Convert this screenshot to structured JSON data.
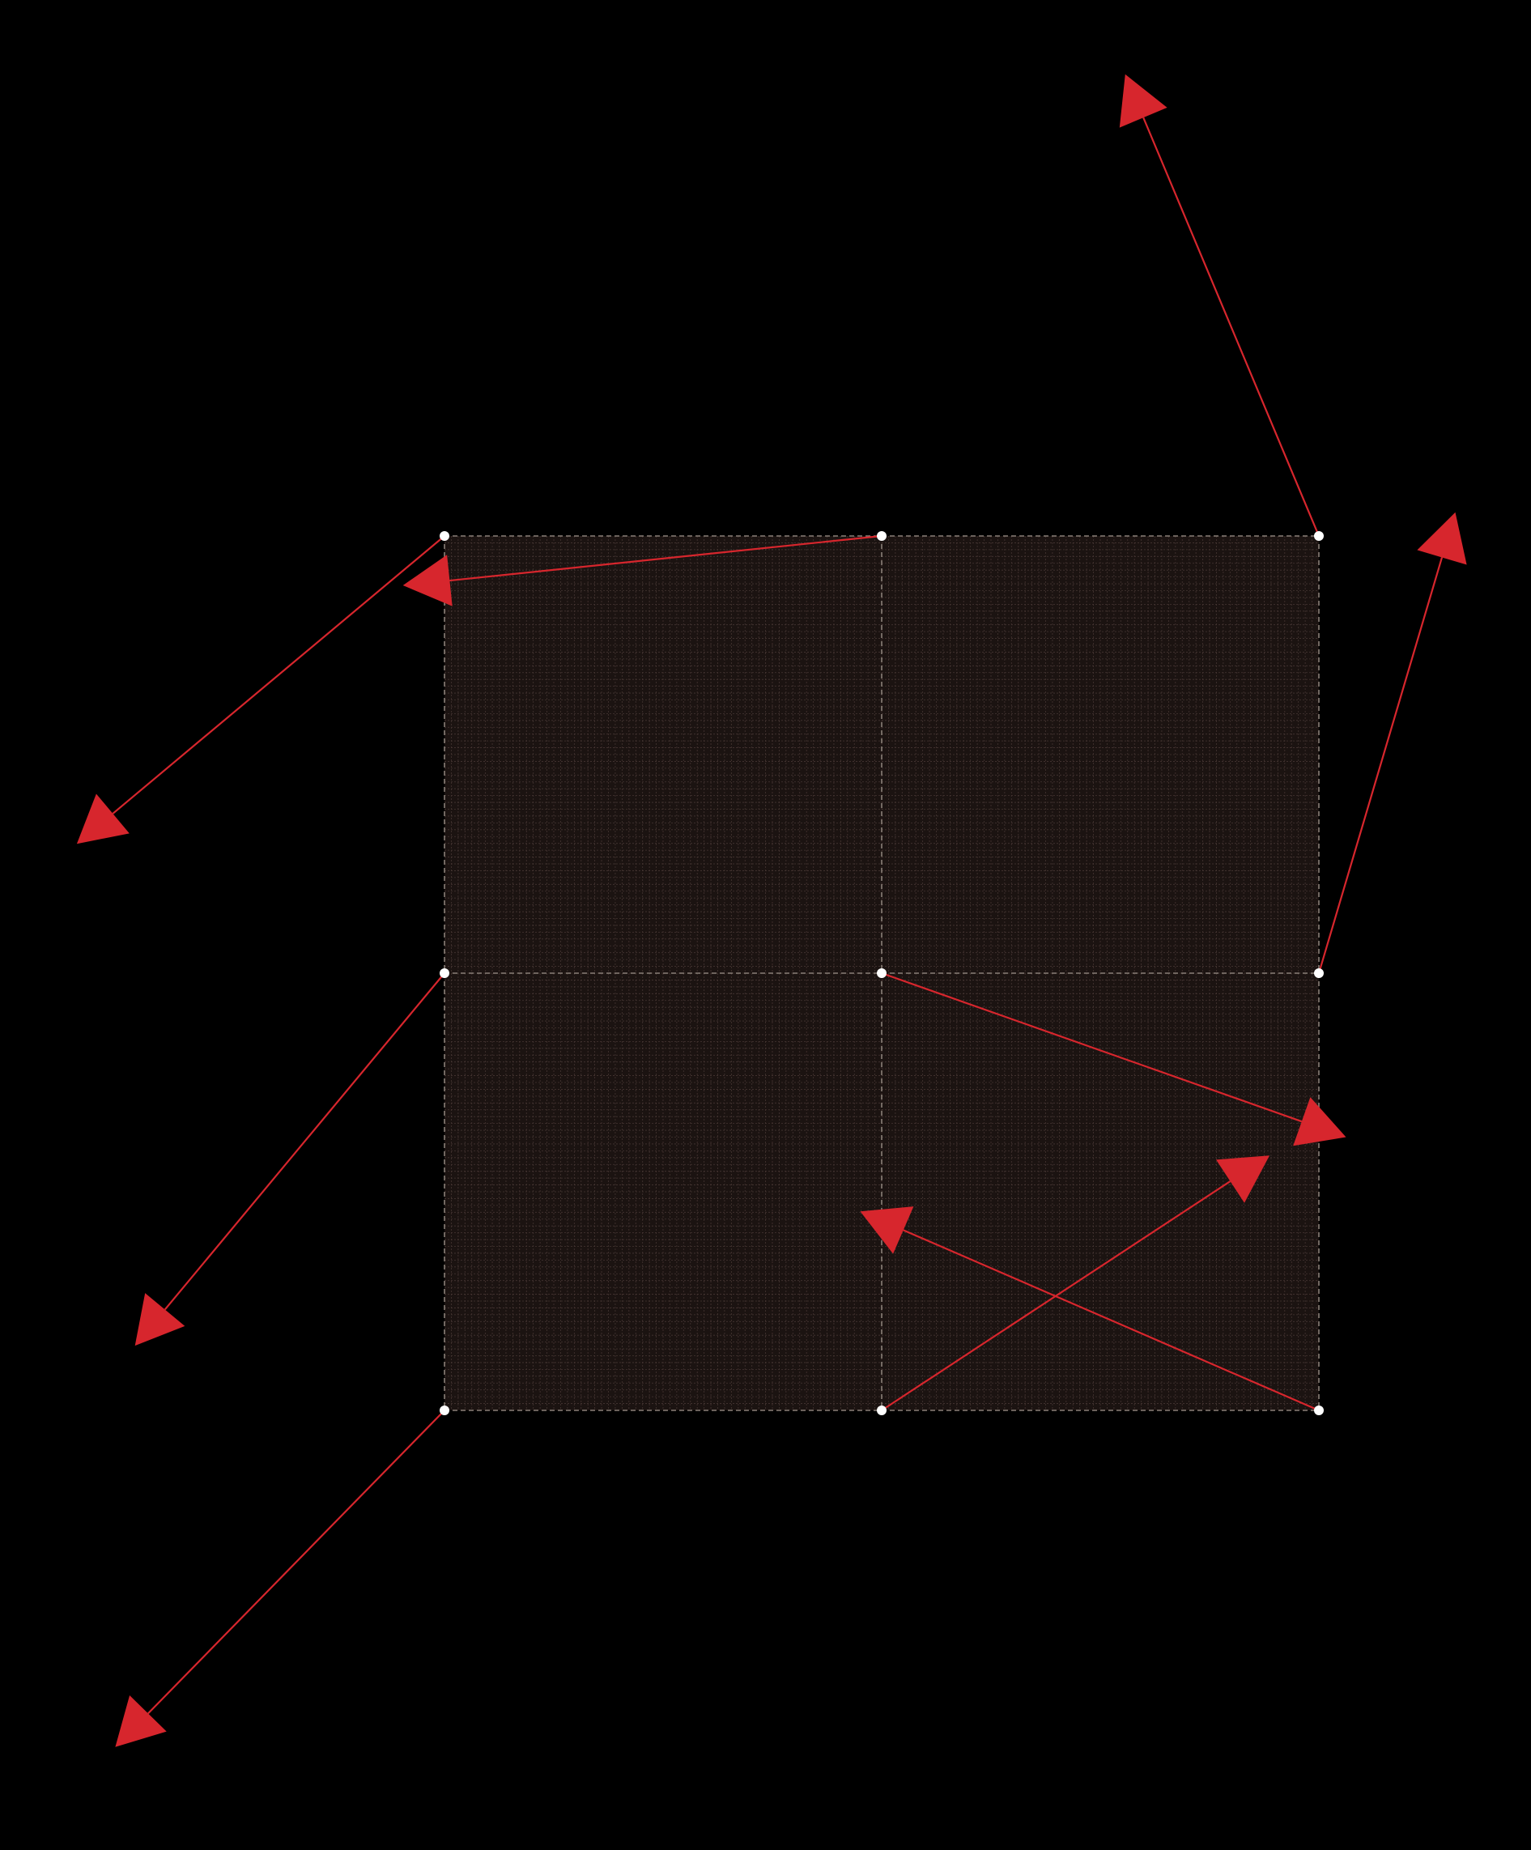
{
  "colors": {
    "background": "#000000",
    "grid_fill": "#1b1311",
    "fine_grid": "#4a3a36",
    "cell_border": "#8a8078",
    "arrow": "#d7262d",
    "node": "#ffffff"
  },
  "grid": {
    "rows": 2,
    "cols": 2,
    "fine_divisions_per_cell": 64,
    "nodes": [
      {
        "id": "n00",
        "row": 0,
        "col": 0
      },
      {
        "id": "n01",
        "row": 0,
        "col": 1
      },
      {
        "id": "n02",
        "row": 0,
        "col": 2
      },
      {
        "id": "n10",
        "row": 1,
        "col": 0
      },
      {
        "id": "n11",
        "row": 1,
        "col": 1
      },
      {
        "id": "n12",
        "row": 1,
        "col": 2
      },
      {
        "id": "n20",
        "row": 2,
        "col": 0
      },
      {
        "id": "n21",
        "row": 2,
        "col": 1
      },
      {
        "id": "n22",
        "row": 2,
        "col": 2
      }
    ]
  },
  "displacement_arrows": [
    {
      "from": "n00",
      "dx": -0.841,
      "dy": 0.704
    },
    {
      "from": "n01",
      "dx": -1.095,
      "dy": 0.113
    },
    {
      "from": "n02",
      "dx": -0.443,
      "dy": -1.056
    },
    {
      "from": "n10",
      "dx": -0.708,
      "dy": 0.852
    },
    {
      "from": "n11",
      "dx": 1.062,
      "dy": 0.375
    },
    {
      "from": "n12",
      "dx": 0.312,
      "dy": -1.054
    },
    {
      "from": "n20",
      "dx": -0.753,
      "dy": 0.77
    },
    {
      "from": "n21",
      "dx": 0.887,
      "dy": -0.583
    },
    {
      "from": "n22",
      "dx": -1.049,
      "dy": -0.455
    }
  ]
}
